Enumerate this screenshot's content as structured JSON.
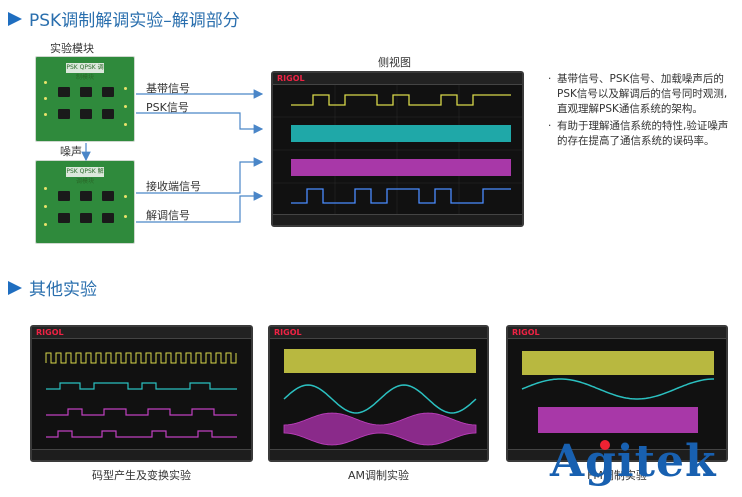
{
  "section1": {
    "title": "PSK调制解调实验–解调部分"
  },
  "section2": {
    "title": "其他实验"
  },
  "diagram": {
    "module_label": "实验模块",
    "noise_label": "噪声",
    "side_view_label": "侧视图",
    "board_top_title": "PSK QPSK 调制模块",
    "board_bottom_title": "PSK QPSK 解调模块",
    "signals": [
      "基带信号",
      "PSK信号",
      "接收端信号",
      "解调信号"
    ]
  },
  "notes": [
    "基带信号、PSK信号、加载噪声后的PSK信号以及解调后的信号同时观测,直观理解PSK通信系统的架构。",
    "有助于理解通信系统的特性,验证噪声的存在提高了通信系统的误码率。"
  ],
  "scopes": [
    {
      "brand": "RIGOL",
      "caption": ""
    },
    {
      "brand": "RIGOL",
      "caption": "码型产生及变换实验"
    },
    {
      "brand": "RIGOL",
      "caption": "AM调制实验"
    },
    {
      "brand": "RIGOL",
      "caption": "FM调制实验"
    }
  ],
  "watermark": {
    "text": "Agitek"
  },
  "colors": {
    "accent": "#1f6ec0",
    "arrow": "#4a86c8",
    "trace_yellow": "#d8d84a",
    "trace_cyan": "#2bc0c0",
    "trace_magenta": "#c040c0",
    "trace_blue": "#4a8cff"
  }
}
